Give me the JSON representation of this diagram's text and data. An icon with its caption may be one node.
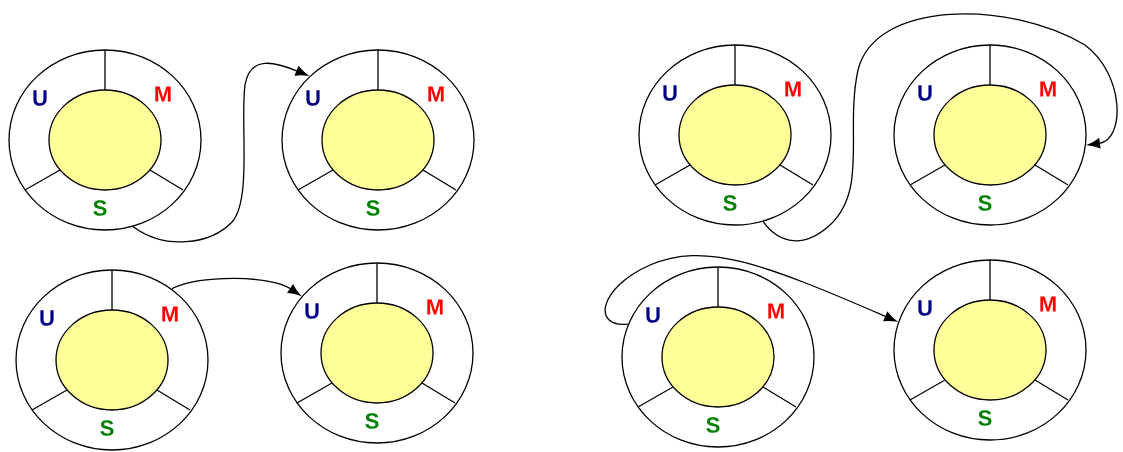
{
  "diagram": {
    "nodes": [
      {
        "text": [
          "U",
          "M",
          "S"
        ]
      },
      {
        "text": [
          "U",
          "M",
          "S"
        ]
      },
      {
        "text": [
          "U",
          "M",
          "S"
        ]
      },
      {
        "text": [
          "U",
          "M",
          "S"
        ]
      },
      {
        "text": [
          "U",
          "M",
          "S"
        ]
      },
      {
        "text": [
          "U",
          "M",
          "S"
        ]
      },
      {
        "text": [
          "U",
          "M",
          "S"
        ]
      },
      {
        "text": [
          "U",
          "M",
          "S"
        ]
      }
    ],
    "edges": [
      {
        "from": 0,
        "to": 1,
        "arrow": "to"
      },
      {
        "from": 2,
        "to": 3,
        "arrow": "to"
      },
      {
        "from": 4,
        "to": 5,
        "arrow": "to"
      },
      {
        "from": 6,
        "to": 7,
        "arrow": "to"
      }
    ]
  }
}
